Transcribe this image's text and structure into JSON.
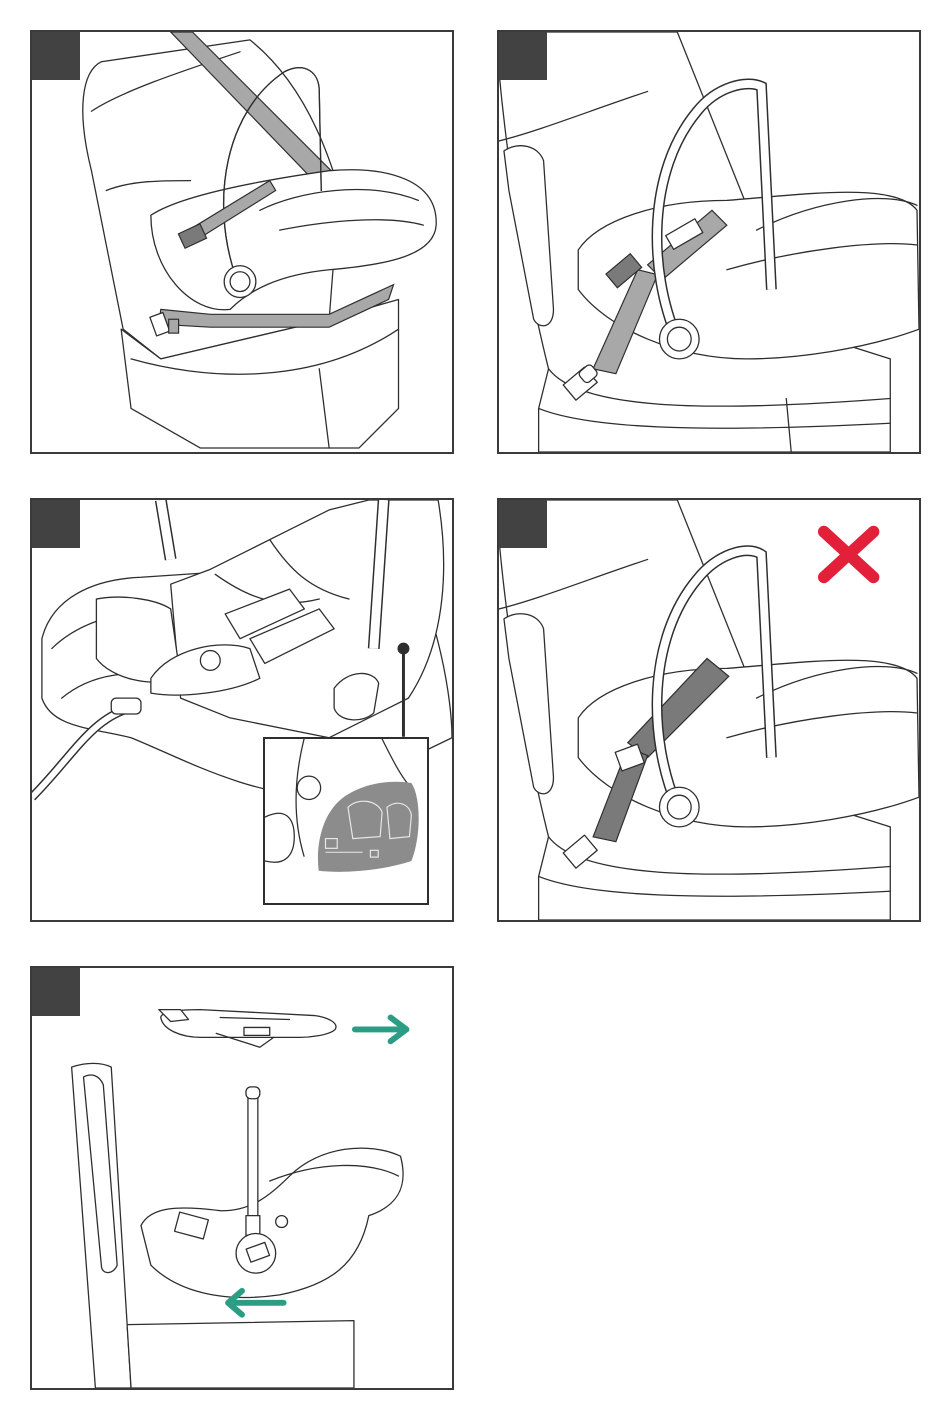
{
  "page": {
    "background": "#ffffff"
  },
  "steps": [
    {
      "label": "",
      "icon": "car-seat-lap-belt-illustration"
    },
    {
      "label": "",
      "icon": "car-seat-belt-routing-illustration"
    },
    {
      "label": "",
      "icon": "car-seat-label-detail-illustration"
    },
    {
      "label": "",
      "icon": "car-seat-incorrect-belt-illustration",
      "status_icon": "red-x-icon"
    },
    {
      "label": "",
      "icon": "car-seat-rear-facing-illustration",
      "arrows": [
        "forward-arrow-icon",
        "backward-arrow-icon"
      ]
    }
  ],
  "colors": {
    "tab": "#424242",
    "frame": "#3a3a3a",
    "belt": "#a8a8a8",
    "error": "#e3203a",
    "arrow": "#2a9d84",
    "label_fill": "#8c8c8c"
  }
}
